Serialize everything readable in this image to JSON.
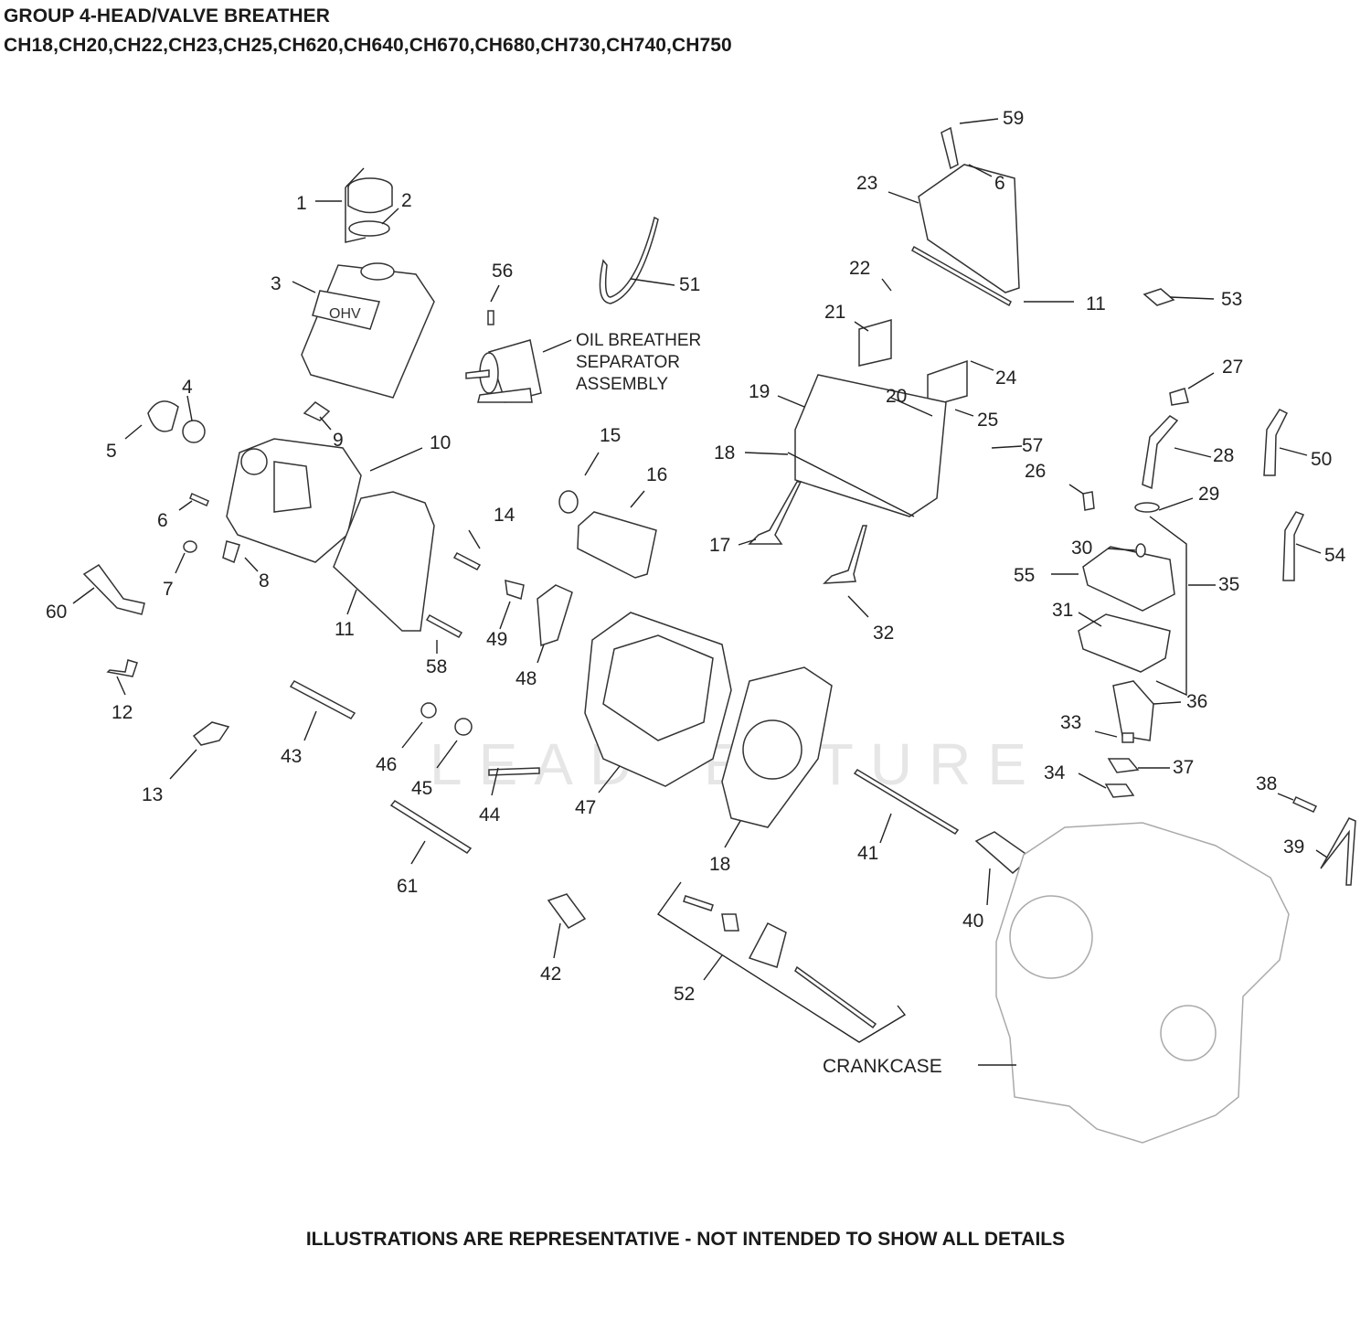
{
  "header": {
    "group_title": "GROUP 4-HEAD/VALVE BREATHER",
    "models": "CH18,CH20,CH22,CH23,CH25,CH620,CH640,CH670,CH680,CH730,CH740,CH750"
  },
  "callouts": [
    "1",
    "2",
    "3",
    "4",
    "5",
    "6",
    "7",
    "8",
    "9",
    "10",
    "11",
    "12",
    "13",
    "14",
    "15",
    "16",
    "17",
    "18",
    "19",
    "20",
    "21",
    "22",
    "23",
    "24",
    "25",
    "26",
    "27",
    "28",
    "29",
    "30",
    "31",
    "32",
    "33",
    "34",
    "35",
    "36",
    "37",
    "38",
    "39",
    "40",
    "41",
    "42",
    "43",
    "44",
    "45",
    "46",
    "47",
    "48",
    "49",
    "50",
    "51",
    "52",
    "53",
    "54",
    "55",
    "56",
    "57",
    "58",
    "59",
    "60",
    "61"
  ],
  "extra_callouts": [
    "6",
    "11",
    "18"
  ],
  "text_labels": {
    "oil_breather": [
      "OIL BREATHER",
      "SEPARATOR",
      "ASSEMBLY"
    ],
    "crankcase": "CRANKCASE"
  },
  "part_glyph": "OHV",
  "watermark": "LEADVENTURE",
  "footer": "ILLUSTRATIONS ARE REPRESENTATIVE - NOT INTENDED TO SHOW ALL DETAILS"
}
